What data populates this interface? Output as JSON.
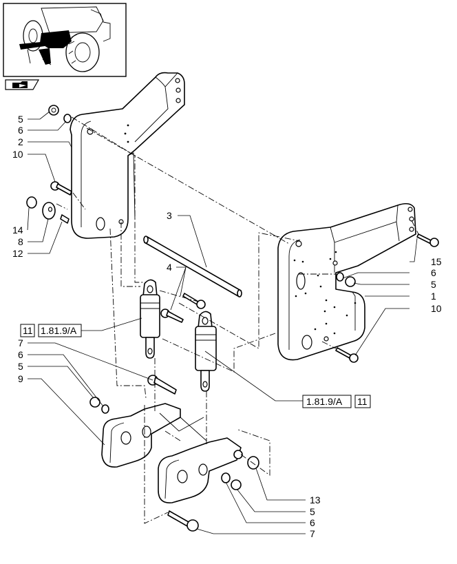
{
  "thumbnail": {
    "icon": "tractor-front-axle-thumbnail"
  },
  "nav": {
    "icon": "folder-arrow-icon"
  },
  "callouts": {
    "c5_top": "5",
    "c6_top": "6",
    "c2": "2",
    "c10_left": "10",
    "c14": "14",
    "c8": "8",
    "c12": "12",
    "c3": "3",
    "c4": "4",
    "c15": "15",
    "c6_right": "6",
    "c5_right": "5",
    "c1": "1",
    "c10_right": "10",
    "c7_mid": "7",
    "c6_mid": "6",
    "c5_mid": "5",
    "c9": "9",
    "c13": "13",
    "c5_bottom": "5",
    "c6_bottom": "6",
    "c7_bottom": "7"
  },
  "refs": {
    "left": {
      "num": "11",
      "code": "1.81.9/A"
    },
    "right": {
      "code": "1.81.9/A",
      "num": "11"
    }
  }
}
